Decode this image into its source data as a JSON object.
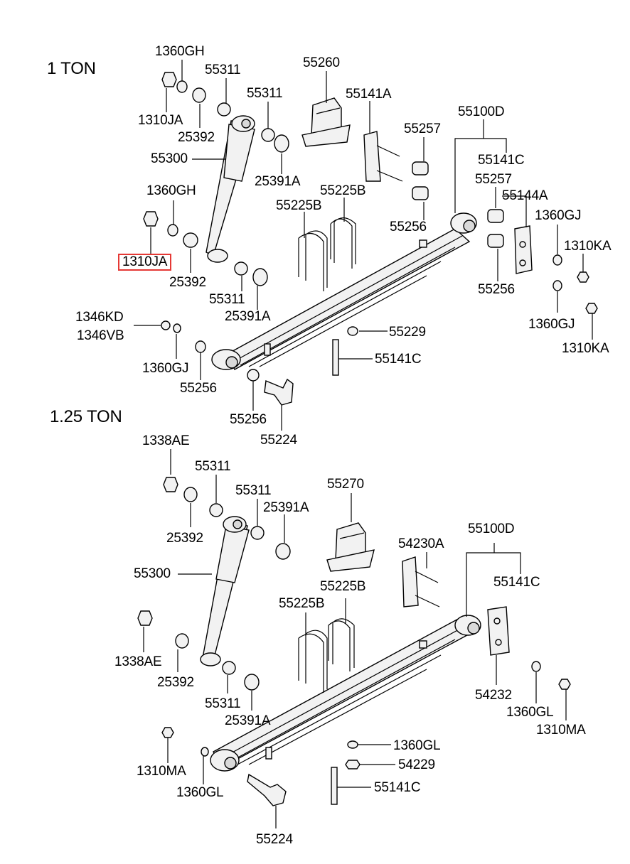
{
  "sections": {
    "top": "1 TON",
    "bottom": "1.25 TON"
  },
  "highlight": {
    "label": "1310JA",
    "color": "#e53935"
  },
  "labels": {
    "t_1360gh_a": "1360GH",
    "t_55311_a": "55311",
    "t_1310ja_a": "1310JA",
    "t_25392_a": "25392",
    "t_55311_b": "55311",
    "t_55300": "55300",
    "t_25391a_a": "25391A",
    "t_55260": "55260",
    "t_55141a": "55141A",
    "t_55257_a": "55257",
    "t_55100d": "55100D",
    "t_55141c_a": "55141C",
    "t_55257_b": "55257",
    "t_55144a": "55144A",
    "t_1360gj_a": "1360GJ",
    "t_1310ka_a": "1310KA",
    "t_1360gh_b": "1360GH",
    "t_55225b_a": "55225B",
    "t_55225b_b": "55225B",
    "t_55256_a": "55256",
    "t_1310ja_b": "1310JA",
    "t_25392_b": "25392",
    "t_55311_c": "55311",
    "t_25391a_b": "25391A",
    "t_55256_b": "55256",
    "t_1360gj_b": "1360GJ",
    "t_1310ka_b": "1310KA",
    "t_1346kd": "1346KD",
    "t_1346vb": "1346VB",
    "t_55229": "55229",
    "t_55141c_b": "55141C",
    "t_1360gj_c": "1360GJ",
    "t_55256_c": "55256",
    "t_55256_d": "55256",
    "t_55224_a": "55224",
    "b_1338ae_a": "1338AE",
    "b_55311_a": "55311",
    "b_55311_b": "55311",
    "b_25391a_a": "25391A",
    "b_55270": "55270",
    "b_25392_a": "25392",
    "b_54230a": "54230A",
    "b_55100d": "55100D",
    "b_55300": "55300",
    "b_55225b_a": "55225B",
    "b_55141c_a": "55141C",
    "b_55225b_b": "55225B",
    "b_1338ae_b": "1338AE",
    "b_25392_b": "25392",
    "b_55311_c": "55311",
    "b_25391a_b": "25391A",
    "b_54232": "54232",
    "b_1360gl_a": "1360GL",
    "b_1310ma_a": "1310MA",
    "b_1360gl_b": "1360GL",
    "b_1310ma_b": "1310MA",
    "b_1360gl_c": "1360GL",
    "b_54229": "54229",
    "b_55141c_b": "55141C",
    "b_55224": "55224"
  }
}
